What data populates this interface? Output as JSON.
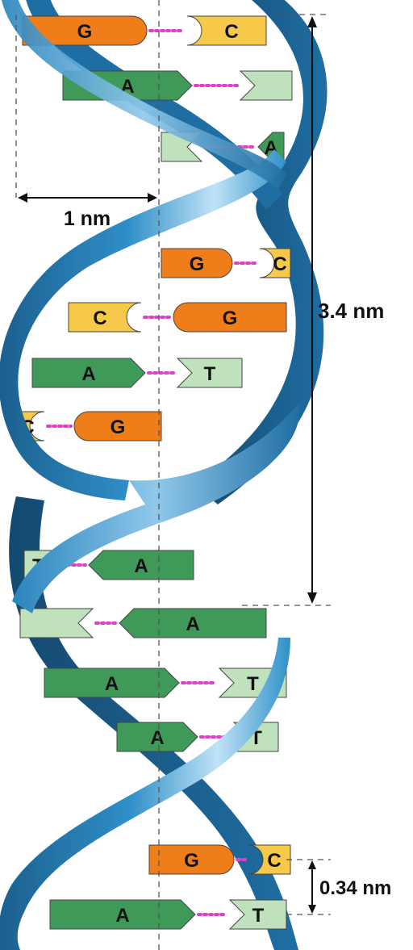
{
  "diagram": {
    "colors": {
      "G": "#ef7d1a",
      "C": "#f7c94a",
      "A": "#3f9a5a",
      "T": "#bfe1bc",
      "backbone_light": "#8fc8ea",
      "backbone_mid": "#2f8fc8",
      "backbone_dark": "#1b5f8e",
      "hbond": "#e040c8"
    },
    "labels": {
      "width": "1 nm",
      "pitch": "3.4 nm",
      "rise": "0.34 nm"
    },
    "pairs": [
      {
        "left": "G",
        "right": "C",
        "left_label": "G",
        "right_label": "C",
        "left_shape": "round",
        "right_shape": "cup"
      },
      {
        "left": "A",
        "right": "T",
        "left_label": "A",
        "right_label": "",
        "left_shape": "arrow",
        "right_shape": "notch"
      },
      {
        "left": "T",
        "right": "A",
        "left_label": "",
        "right_label": "A",
        "left_shape": "notch-left",
        "right_shape": "arrow-left"
      },
      {
        "left": "G",
        "right": "C",
        "left_label": "G",
        "right_label": "C",
        "left_shape": "round",
        "right_shape": "cup"
      },
      {
        "left": "C",
        "right": "G",
        "left_label": "C",
        "right_label": "G",
        "left_shape": "cup-right",
        "right_shape": "round-left"
      },
      {
        "left": "A",
        "right": "T",
        "left_label": "A",
        "right_label": "T",
        "left_shape": "arrow",
        "right_shape": "notch"
      },
      {
        "left": "C",
        "right": "G",
        "left_label": "C",
        "right_label": "G",
        "left_shape": "cup-right",
        "right_shape": "round-left"
      },
      {
        "left": "T",
        "right": "A",
        "left_label": "T",
        "right_label": "A",
        "left_shape": "notch-left",
        "right_shape": "arrow-left"
      },
      {
        "left": "T",
        "right": "A",
        "left_label": "",
        "right_label": "A",
        "left_shape": "notch-left",
        "right_shape": "arrow-left"
      },
      {
        "left": "A",
        "right": "T",
        "left_label": "A",
        "right_label": "T",
        "left_shape": "arrow",
        "right_shape": "notch"
      },
      {
        "left": "A",
        "right": "T",
        "left_label": "A",
        "right_label": "T",
        "left_shape": "arrow",
        "right_shape": "notch"
      },
      {
        "left": "G",
        "right": "C",
        "left_label": "G",
        "right_label": "C",
        "left_shape": "round",
        "right_shape": "cup"
      },
      {
        "left": "A",
        "right": "T",
        "left_label": "A",
        "right_label": "T",
        "left_shape": "arrow",
        "right_shape": "notch"
      }
    ]
  }
}
